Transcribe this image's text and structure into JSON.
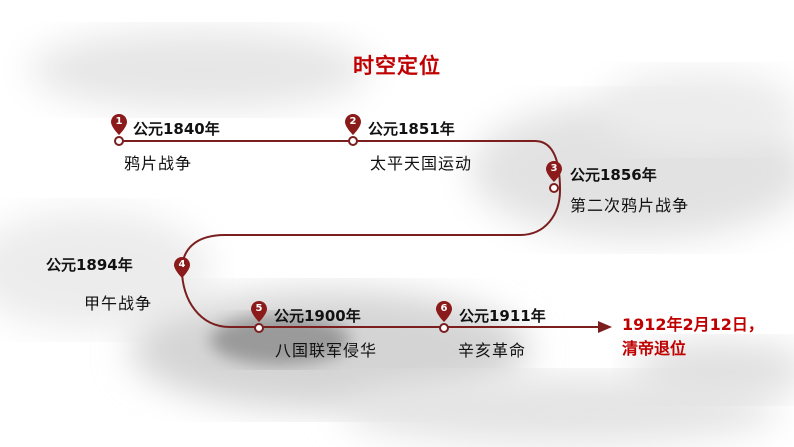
{
  "title": "时空定位",
  "milestones": [
    {
      "num": "1",
      "year": "公元1840年",
      "event": "鸦片战争"
    },
    {
      "num": "2",
      "year": "公元1851年",
      "event": "太平天国运动"
    },
    {
      "num": "3",
      "year": "公元1856年",
      "event": "第二次鸦片战争"
    },
    {
      "num": "4",
      "year": "公元1894年",
      "event": "甲午战争"
    },
    {
      "num": "5",
      "year": "公元1900年",
      "event": "八国联军侵华"
    },
    {
      "num": "6",
      "year": "公元1911年",
      "event": "辛亥革命"
    }
  ],
  "final": {
    "line1": "1912年2月12日，",
    "line2": "清帝退位"
  },
  "colors": {
    "line": "#7a1e1e",
    "accent": "#c00000",
    "pin": "#8b1a1a"
  }
}
